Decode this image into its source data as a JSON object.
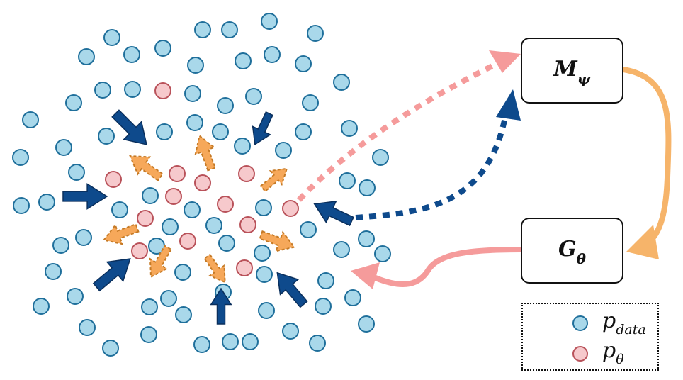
{
  "colors": {
    "data_fill": "#a9d8ea",
    "data_stroke": "#1f6f9b",
    "model_fill": "#f6c9cc",
    "model_stroke": "#b9525a",
    "blue_arrow": "#0e4a8c",
    "orange_arrow": "#f6a85a",
    "pink_arrow": "#f59b9b"
  },
  "labels": {
    "m_main": "M",
    "m_sub": "ψ",
    "g_main": "G",
    "g_sub": "θ"
  },
  "legend": {
    "data_main": "p",
    "data_sub": "data",
    "model_main": "p",
    "model_sub": "θ"
  },
  "icons": {
    "data_point": "blue-circle",
    "model_point": "pink-circle",
    "push_arrow": "solid-blue-arrow",
    "spread_arrow": "dashed-orange-arrow"
  }
}
